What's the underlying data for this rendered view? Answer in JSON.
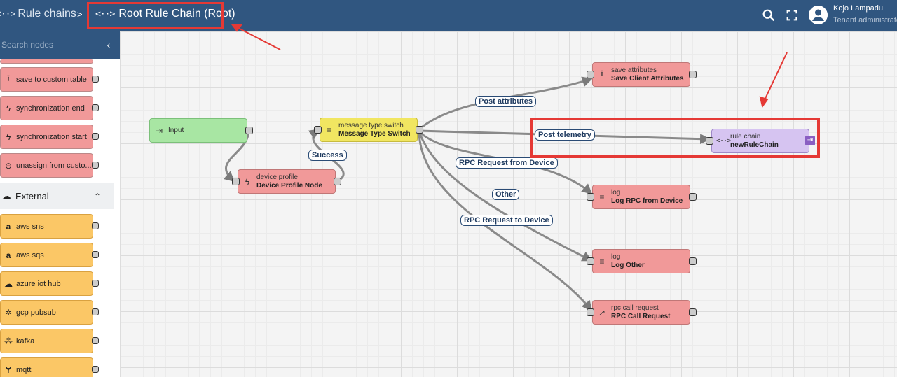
{
  "header": {
    "root_link": "Rule chains",
    "separator": ">",
    "current_chain": "Root Rule Chain (Root)",
    "rule_chain_glyph": "<··>",
    "search_icon": "search-icon",
    "fullscreen_icon": "fullscreen-icon",
    "user": {
      "name": "Kojo Lampadu",
      "role": "Tenant administrator"
    }
  },
  "sidebar": {
    "search_placeholder": "Search nodes",
    "collapse_glyph": "‹",
    "action_nodes": [
      {
        "label": "save to custom table",
        "icon": "upload-icon",
        "glyph": "⭱"
      },
      {
        "label": "synchronization end",
        "icon": "bolt-icon",
        "glyph": "ϟ"
      },
      {
        "label": "synchronization start",
        "icon": "bolt-icon",
        "glyph": "ϟ"
      },
      {
        "label": "unassign from custo...",
        "icon": "minus-circle-icon",
        "glyph": "⊖"
      }
    ],
    "external_section": {
      "title": "External",
      "icon": "cloud-icon",
      "glyph": "☁",
      "chevron": "⌃"
    },
    "external_nodes": [
      {
        "label": "aws sns",
        "icon": "amazon-icon",
        "glyph": "a"
      },
      {
        "label": "aws sqs",
        "icon": "amazon-icon",
        "glyph": "a"
      },
      {
        "label": "azure iot hub",
        "icon": "cloud-upload-icon",
        "glyph": "☁"
      },
      {
        "label": "gcp pubsub",
        "icon": "gcp-icon",
        "glyph": "✲"
      },
      {
        "label": "kafka",
        "icon": "kafka-icon",
        "glyph": "⁂"
      },
      {
        "label": "mqtt",
        "icon": "mqtt-icon",
        "glyph": "Ɏ"
      }
    ]
  },
  "canvas": {
    "nodes": {
      "input": {
        "title": "Input",
        "glyph": "⇥"
      },
      "device_profile": {
        "type": "device profile",
        "name": "Device Profile Node",
        "glyph": "ϟ"
      },
      "message_switch": {
        "type": "message type switch",
        "name": "Message Type Switch",
        "glyph": "≡"
      },
      "save_attributes": {
        "type": "save attributes",
        "name": "Save Client Attributes",
        "glyph": "⭱"
      },
      "rule_chain": {
        "type": "rule chain",
        "name": "newRuleChain",
        "glyph": "<··>",
        "out_glyph": "⇥"
      },
      "log_rpc": {
        "type": "log",
        "name": "Log RPC from Device",
        "glyph": "≡"
      },
      "log_other": {
        "type": "log",
        "name": "Log Other",
        "glyph": "≡"
      },
      "rpc_call": {
        "type": "rpc call request",
        "name": "RPC Call Request",
        "glyph": "↗"
      }
    },
    "links": {
      "success": "Success",
      "post_attributes": "Post attributes",
      "post_telemetry": "Post telemetry",
      "rpc_from_device": "RPC Request from Device",
      "other": "Other",
      "rpc_to_device": "RPC Request to Device"
    }
  },
  "colors": {
    "header": "#305680",
    "action_node": "#f19999",
    "external_node": "#fbc766",
    "input_node": "#a8e6a3",
    "filter_node": "#f1e661",
    "flow_node": "#d6c4f1",
    "highlight": "#e53935"
  }
}
